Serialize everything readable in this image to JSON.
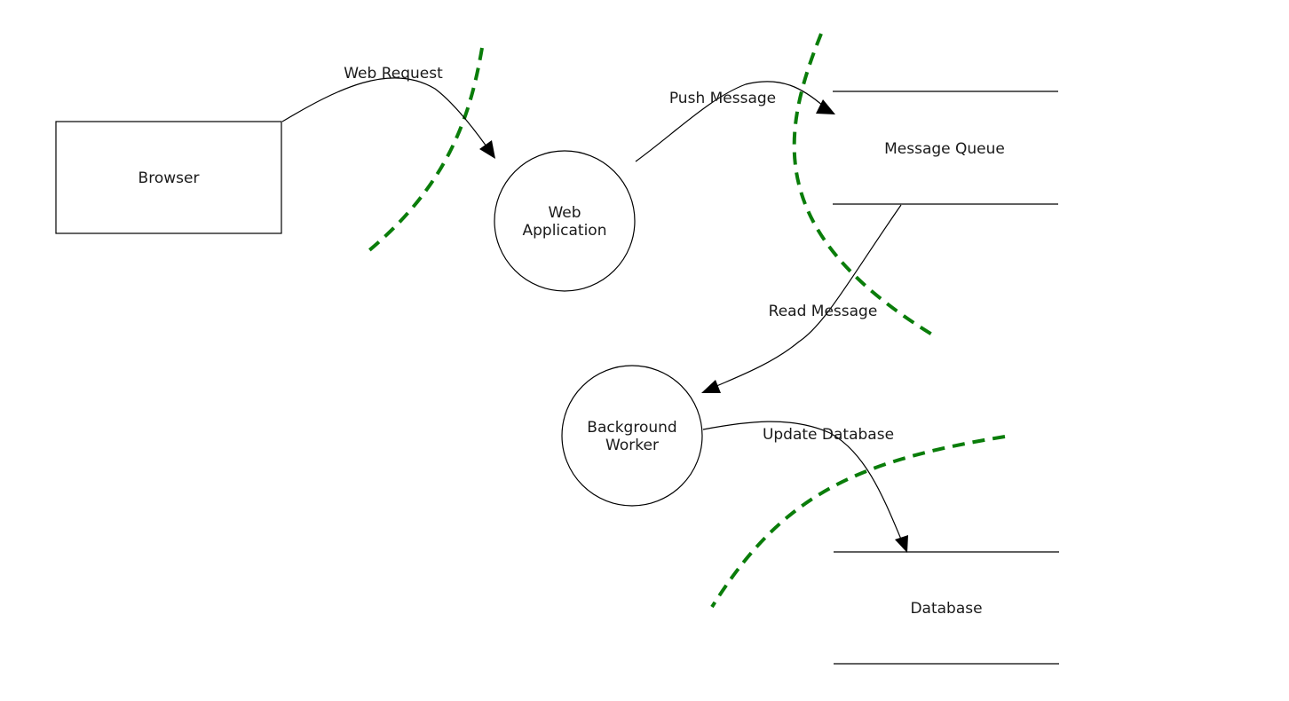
{
  "nodes": {
    "browser": {
      "label": "Browser"
    },
    "web_app": {
      "line1": "Web",
      "line2": "Application"
    },
    "message_queue": {
      "label": "Message Queue"
    },
    "worker": {
      "line1": "Background",
      "line2": "Worker"
    },
    "database": {
      "label": "Database"
    }
  },
  "flows": {
    "web_request": "Web Request",
    "push_message": "Push Message",
    "read_message": "Read Message",
    "update_database": "Update Database"
  },
  "colors": {
    "boundary": "#0a7d0a",
    "stroke": "#000000",
    "text": "#1a1a1a"
  }
}
